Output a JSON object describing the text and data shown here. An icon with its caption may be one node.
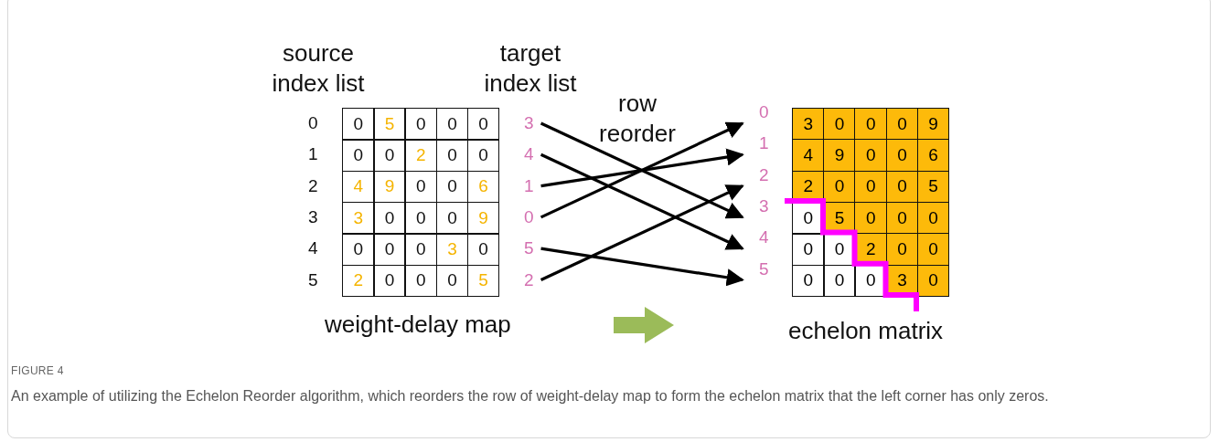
{
  "diagram": {
    "title": "FIGURE 4",
    "caption": "An example of utilizing the Echelon Reorder algorithm, which reorders the row of weight-delay map to form the echelon matrix that the left corner has only zeros.",
    "nodes": [
      {
        "text": [
          "3"
        ]
      },
      {
        "text": [
          "4"
        ]
      },
      {
        "text": [
          "1"
        ]
      },
      {
        "text": [
          "0"
        ]
      },
      {
        "text": [
          "5"
        ]
      },
      {
        "text": [
          "2"
        ]
      },
      {
        "text": [
          "0"
        ]
      },
      {
        "text": [
          "1"
        ]
      },
      {
        "text": [
          "2"
        ]
      },
      {
        "text": [
          "3"
        ]
      },
      {
        "text": [
          "4"
        ]
      },
      {
        "text": [
          "5"
        ]
      },
      {
        "text": [
          "weight-delay map"
        ]
      },
      {
        "text": [
          "echelon matrix"
        ]
      }
    ],
    "edges": [
      {
        "from": 0,
        "to": 9,
        "arrow": "to"
      },
      {
        "from": 1,
        "to": 10,
        "arrow": "to"
      },
      {
        "from": 2,
        "to": 7,
        "arrow": "to"
      },
      {
        "from": 3,
        "to": 6,
        "arrow": "to"
      },
      {
        "from": 4,
        "to": 11,
        "arrow": "to"
      },
      {
        "from": 5,
        "to": 8,
        "arrow": "to"
      }
    ],
    "labels": [
      "source index list",
      "target index list",
      "row reorder",
      "0",
      "0",
      "5",
      "0",
      "0",
      "0",
      "3",
      "0",
      "0",
      "0",
      "9",
      "1",
      "0",
      "0",
      "2",
      "0",
      "0",
      "4",
      "9",
      "0",
      "0",
      "6",
      "2",
      "4",
      "9",
      "0",
      "0",
      "6",
      "2",
      "0",
      "0",
      "0",
      "5",
      "3",
      "3",
      "0",
      "0",
      "0",
      "9",
      "0",
      "5",
      "0",
      "0",
      "0",
      "4",
      "0",
      "0",
      "0",
      "3",
      "0",
      "0",
      "0",
      "2",
      "0",
      "0",
      "5",
      "2",
      "0",
      "0",
      "0",
      "5",
      "0",
      "0",
      "0",
      "3",
      "0"
    ]
  }
}
